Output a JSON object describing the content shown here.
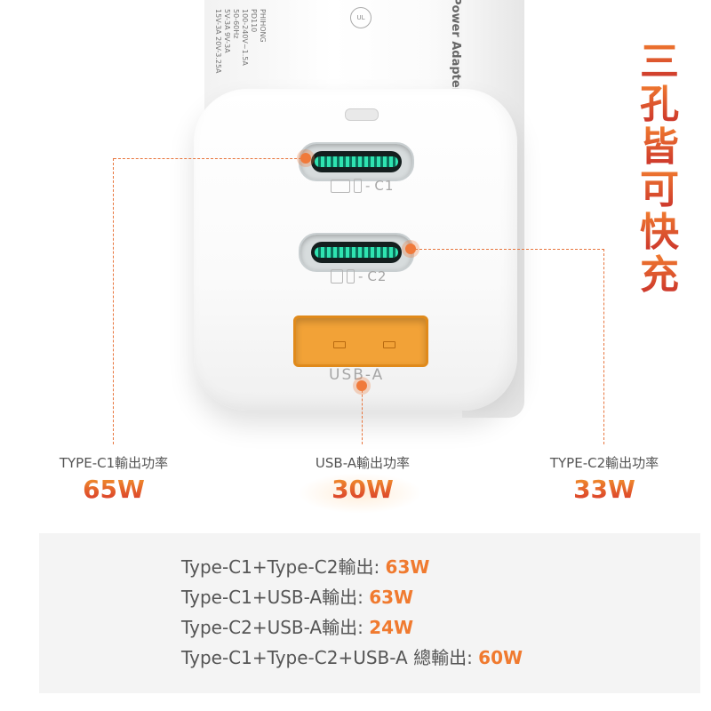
{
  "product": {
    "brand_text": "Power Adapter",
    "label_lines": [
      "PHIHONG",
      "PD110",
      "100-240V~1.5A",
      "50-60Hz",
      "5V-3A 9V-3A",
      "15V-3A 20V-3.25A"
    ],
    "cert_mark": "UL"
  },
  "ports": {
    "c1_caption": "C1",
    "c2_caption": "C2",
    "a_caption": "USB-A"
  },
  "callouts": {
    "c1": {
      "title": "TYPE-C1輸出功率",
      "watt": "65W"
    },
    "a": {
      "title": "USB-A輸出功率",
      "watt": "30W"
    },
    "c2": {
      "title": "TYPE-C2輸出功率",
      "watt": "33W"
    }
  },
  "slogan": [
    "三",
    "孔",
    "皆",
    "可",
    "快",
    "充"
  ],
  "combos": [
    {
      "label": "Type-C1+Type-C2輸出: ",
      "value": "63W"
    },
    {
      "label": "Type-C1+USB-A輸出: ",
      "value": "63W"
    },
    {
      "label": "Type-C2+USB-A輸出: ",
      "value": "24W"
    },
    {
      "label": "Type-C1+Type-C2+USB-A 總輸出: ",
      "value": "60W"
    }
  ],
  "colors": {
    "accent": "#f07a2f",
    "accent_dark": "#c9302c",
    "port_a": "#f2a237",
    "port_c_pins": "#2fe3b0"
  }
}
